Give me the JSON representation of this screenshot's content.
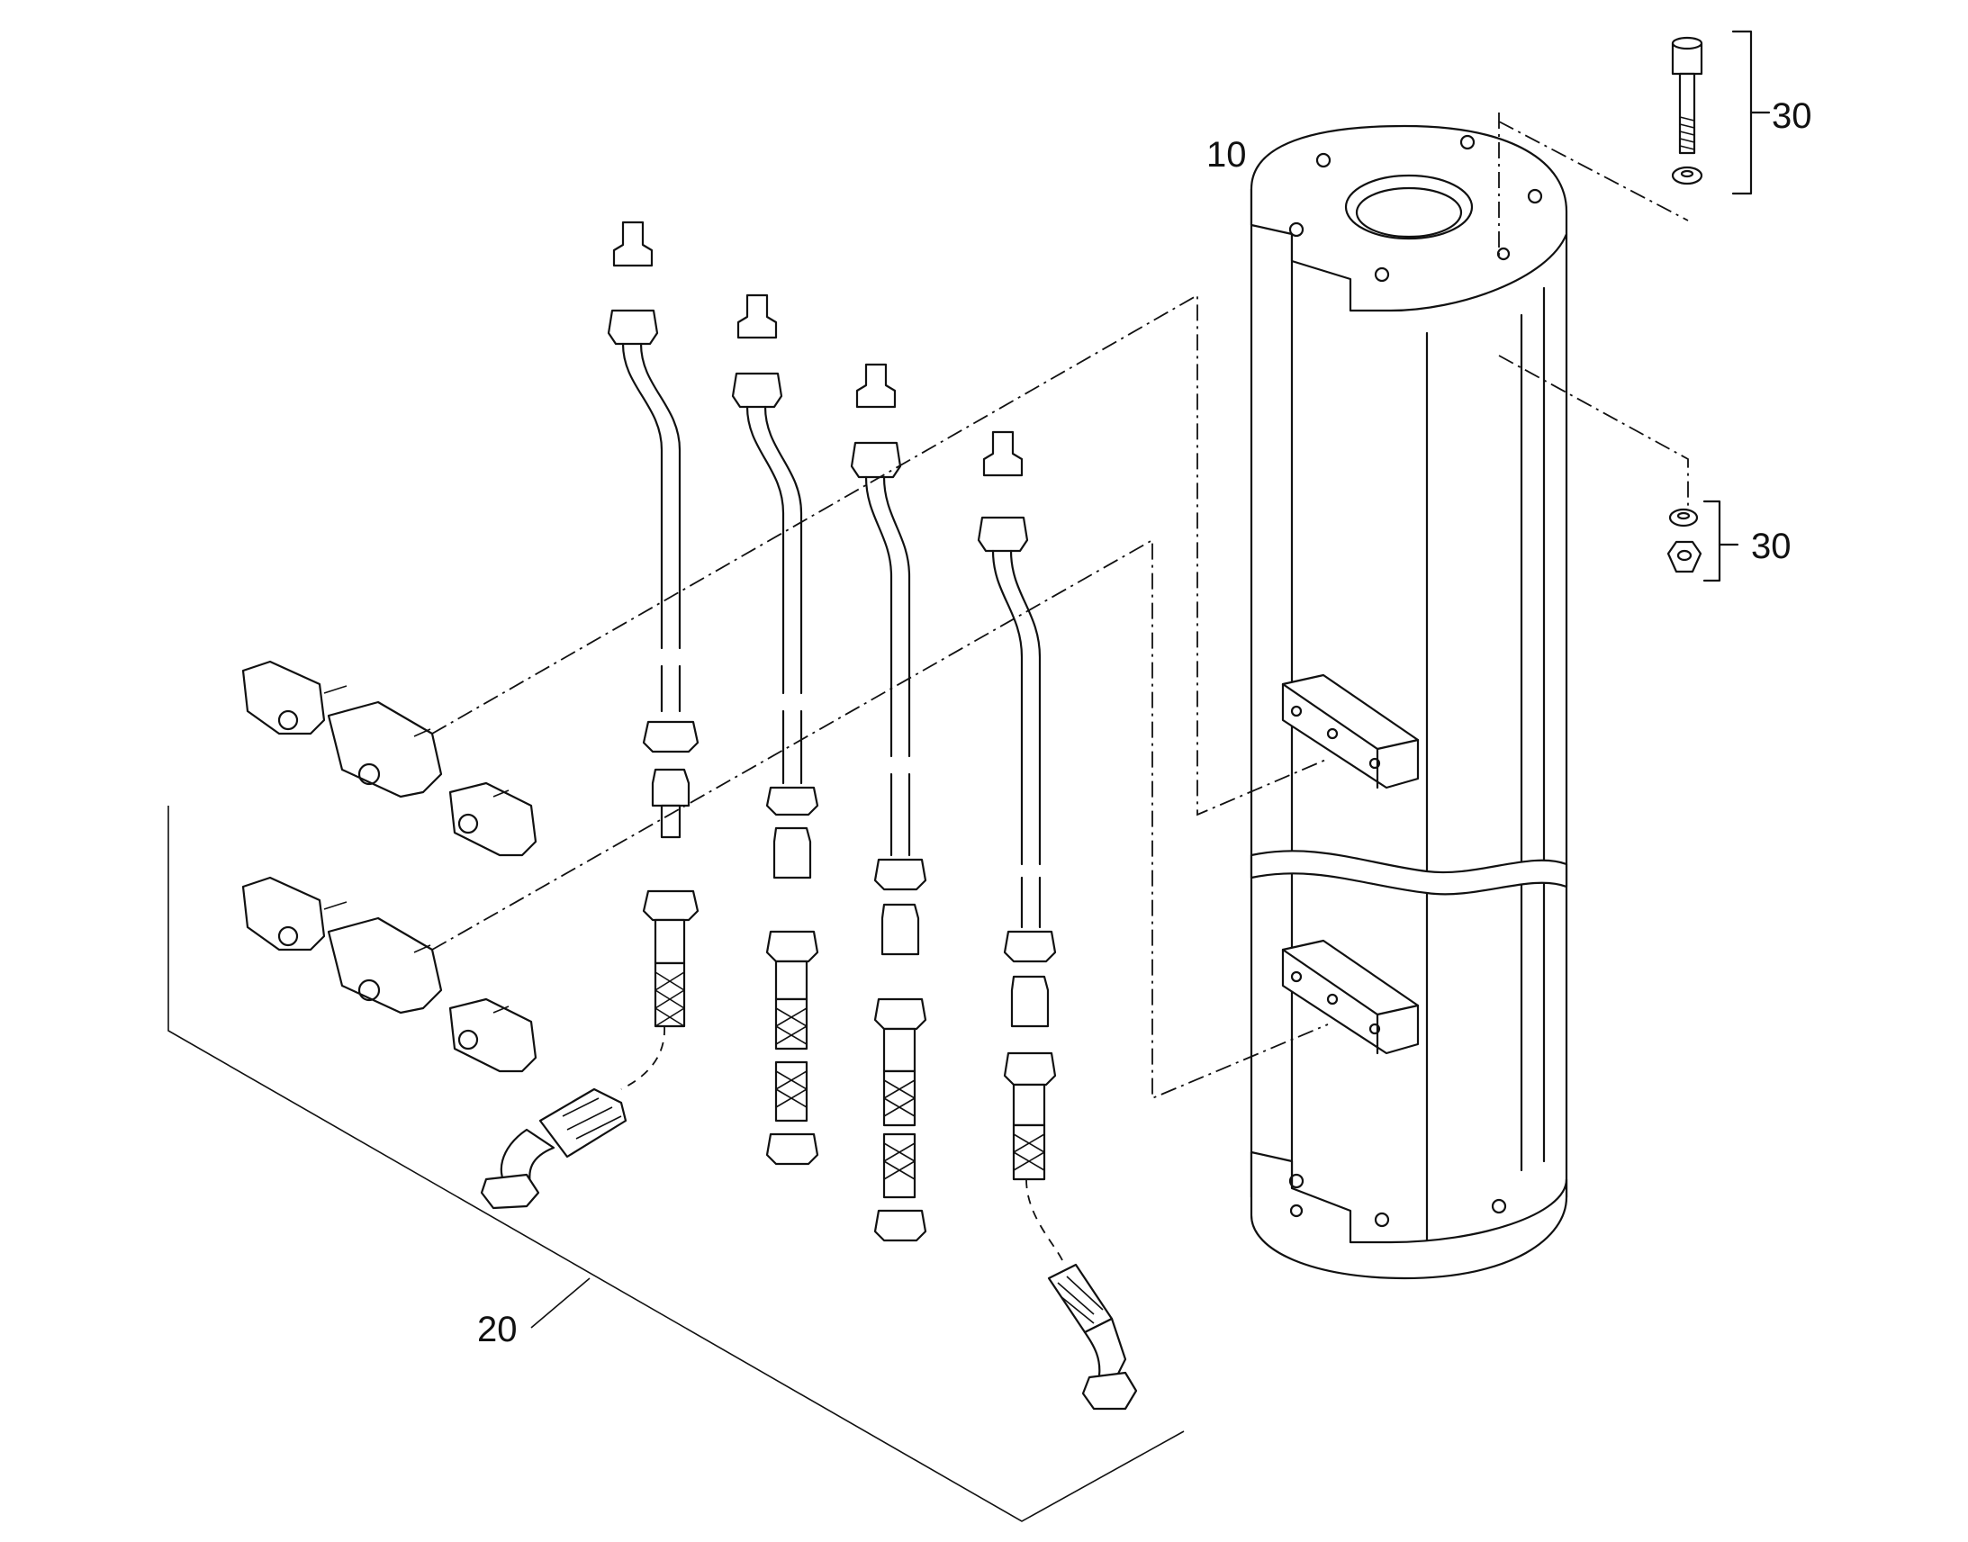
{
  "callouts": {
    "item_10": "10",
    "item_20": "20",
    "item_30_top": "30",
    "item_30_bottom": "30"
  },
  "icons": [
    "column-housing",
    "hydraulic-line",
    "fitting",
    "clamp-block",
    "screw",
    "washer",
    "nut"
  ],
  "colors": {
    "line": "#111111",
    "background": "#ffffff"
  }
}
